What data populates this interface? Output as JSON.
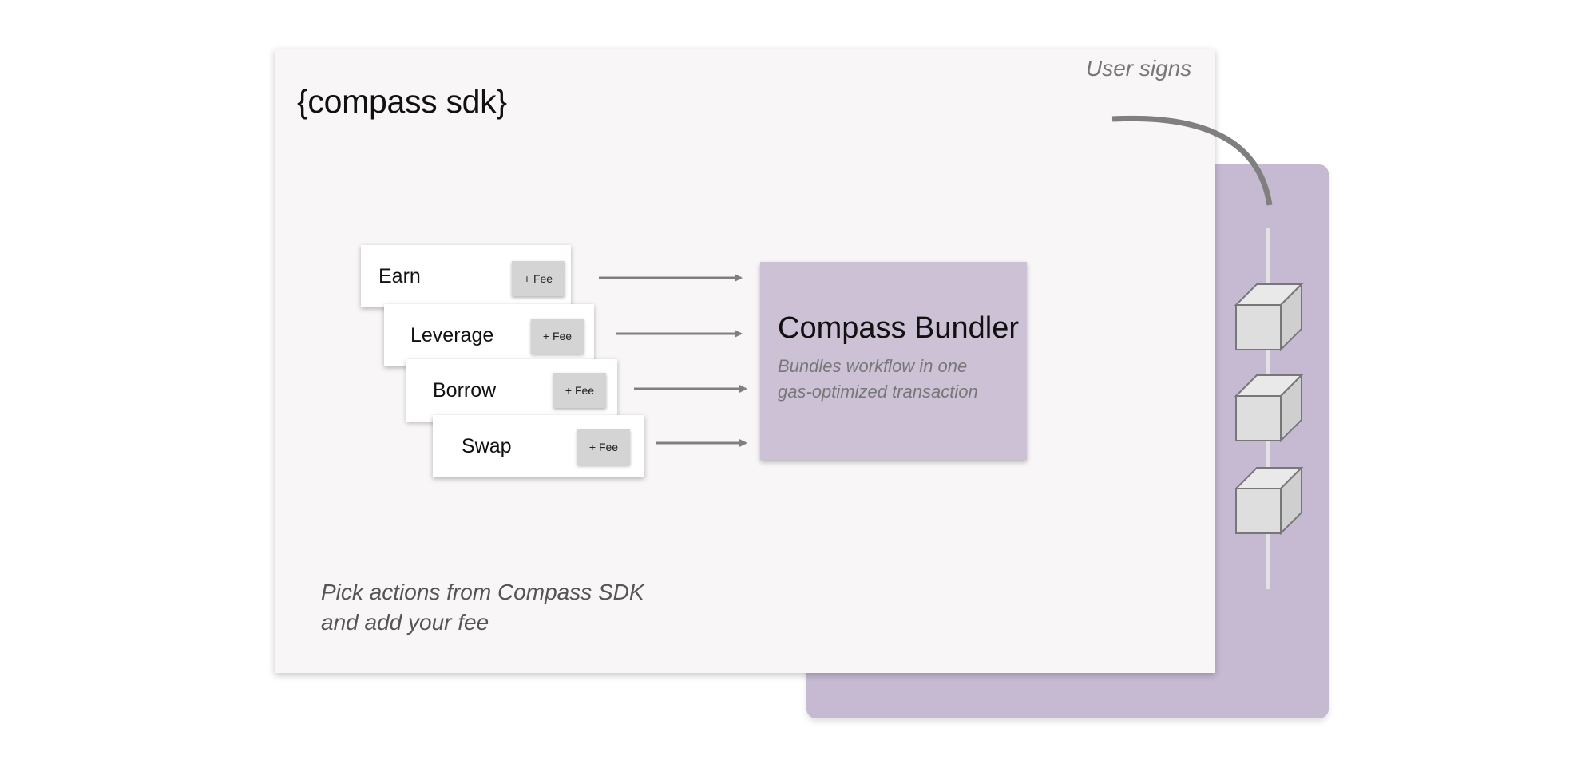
{
  "sdk": {
    "title": "{compass sdk}",
    "caption_lines": [
      "Pick actions from Compass SDK",
      "and add your fee"
    ]
  },
  "user_signs": "User signs",
  "actions": [
    {
      "label": "Earn",
      "fee": "+ Fee"
    },
    {
      "label": "Leverage",
      "fee": "+ Fee"
    },
    {
      "label": "Borrow",
      "fee": "+ Fee"
    },
    {
      "label": "Swap",
      "fee": "+ Fee"
    }
  ],
  "bundler": {
    "title": "Compass Bundler",
    "subtitle_lines": [
      "Bundles workflow in one",
      "gas-optimized transaction"
    ]
  },
  "colors": {
    "sdk_panel": "#f8f6f7",
    "chain_panel": "#c6bad3",
    "bundler_box": "#ccc1d5",
    "arrow": "#7f7f7f",
    "fee_badge": "#d4d4d4",
    "block": "#dedede"
  },
  "icons": {
    "blocks": [
      "block-cube-icon",
      "block-cube-icon",
      "block-cube-icon"
    ]
  }
}
